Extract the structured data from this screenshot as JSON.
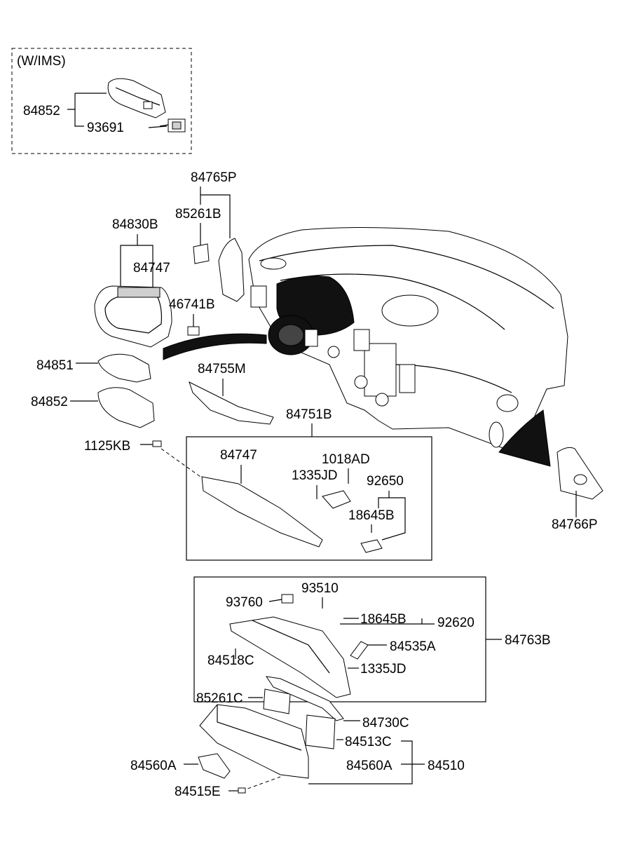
{
  "inset_title": "(W/IMS)",
  "labels": {
    "p84852_a": "84852",
    "p93691": "93691",
    "p84765P": "84765P",
    "p85261B": "85261B",
    "p84830B": "84830B",
    "p84747_a": "84747",
    "p46741B": "46741B",
    "p84851": "84851",
    "p84755M": "84755M",
    "p84852_b": "84852",
    "p84751B": "84751B",
    "p1125KB": "1125KB",
    "p84747_b": "84747",
    "p1018AD": "1018AD",
    "p1335JD_a": "1335JD",
    "p92650": "92650",
    "p18645B_a": "18645B",
    "p84766P": "84766P",
    "p93510": "93510",
    "p93760": "93760",
    "p18645B_b": "18645B",
    "p92620": "92620",
    "p84763B": "84763B",
    "p84535A": "84535A",
    "p84518C": "84518C",
    "p1335JD_b": "1335JD",
    "p85261C": "85261C",
    "p84730C": "84730C",
    "p84513C": "84513C",
    "p84560A_a": "84560A",
    "p84560A_b": "84560A",
    "p84510": "84510",
    "p84515E": "84515E"
  }
}
